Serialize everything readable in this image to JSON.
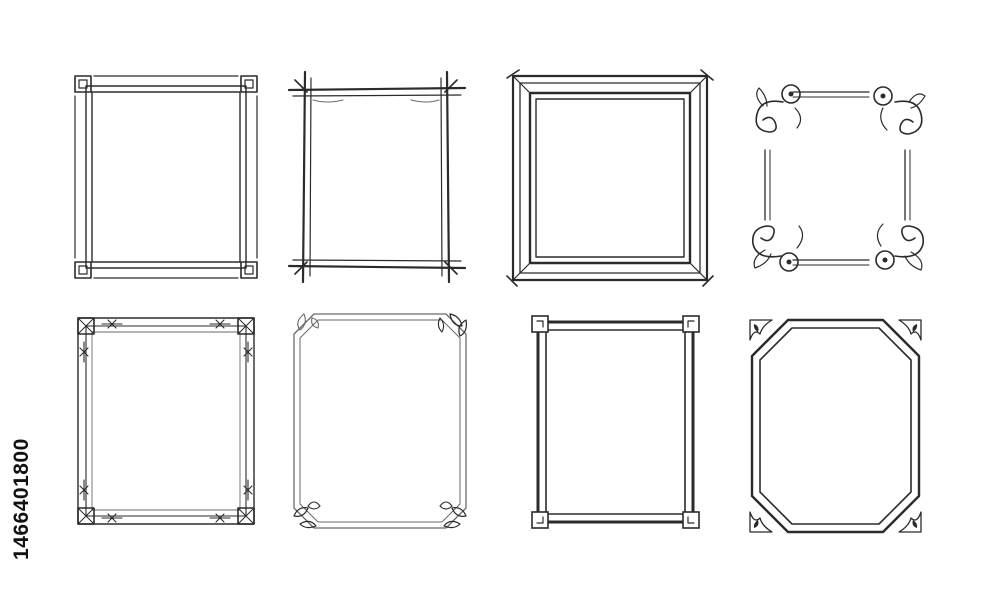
{
  "image": {
    "background": "#ffffff",
    "ink_color": "#2b2b2b"
  },
  "stock_id": "1466401800",
  "frames": [
    {
      "name": "frame-square-corner-blocks",
      "style": "double rule with square corner blocks"
    },
    {
      "name": "frame-crossed-sticks",
      "style": "double rule with crossed stick corners"
    },
    {
      "name": "frame-triple-line",
      "style": "triple-line square frame"
    },
    {
      "name": "frame-floral-corners",
      "style": "thin double rule with flourish corners"
    },
    {
      "name": "frame-ornamental-borders",
      "style": "double rule with ornamental corner brackets"
    },
    {
      "name": "frame-cut-corner-leaves",
      "style": "cut-corner frame with leaf corners"
    },
    {
      "name": "frame-notched-bold",
      "style": "bold double rule with notched corners"
    },
    {
      "name": "frame-octagon-ornate",
      "style": "octagon double frame with ornate corners"
    }
  ]
}
